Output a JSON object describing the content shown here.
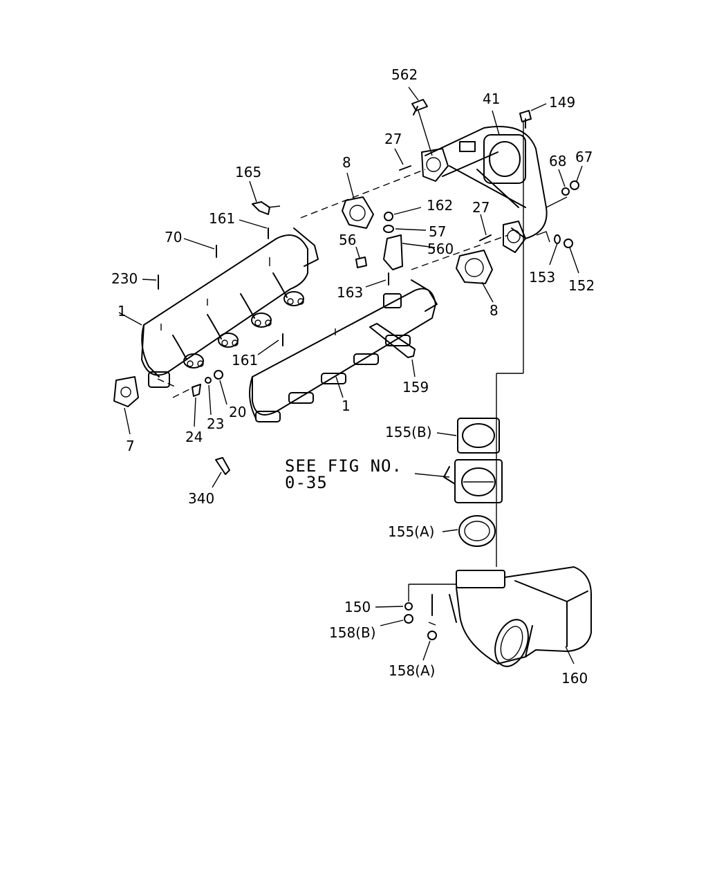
{
  "figure": {
    "note_line1": "SEE FIG NO.",
    "note_line2": "0-35"
  },
  "callouts": {
    "c562": "562",
    "c41": "41",
    "c149": "149",
    "c27a": "27",
    "c8a": "8",
    "c165": "165",
    "c68": "68",
    "c67": "67",
    "c161a": "161",
    "c162": "162",
    "c27b": "27",
    "c70": "70",
    "c57": "57",
    "c56": "56",
    "c560": "560",
    "c230": "230",
    "c153": "153",
    "c152": "152",
    "c1a": "1",
    "c163": "163",
    "c8b": "8",
    "c161b": "161",
    "c159": "159",
    "c20": "20",
    "c1b": "1",
    "c24": "24",
    "c23": "23",
    "c7": "7",
    "c155b": "155(B)",
    "c340": "340",
    "c155a": "155(A)",
    "c150": "150",
    "c158b": "158(B)",
    "c158a": "158(A)",
    "c160": "160"
  }
}
